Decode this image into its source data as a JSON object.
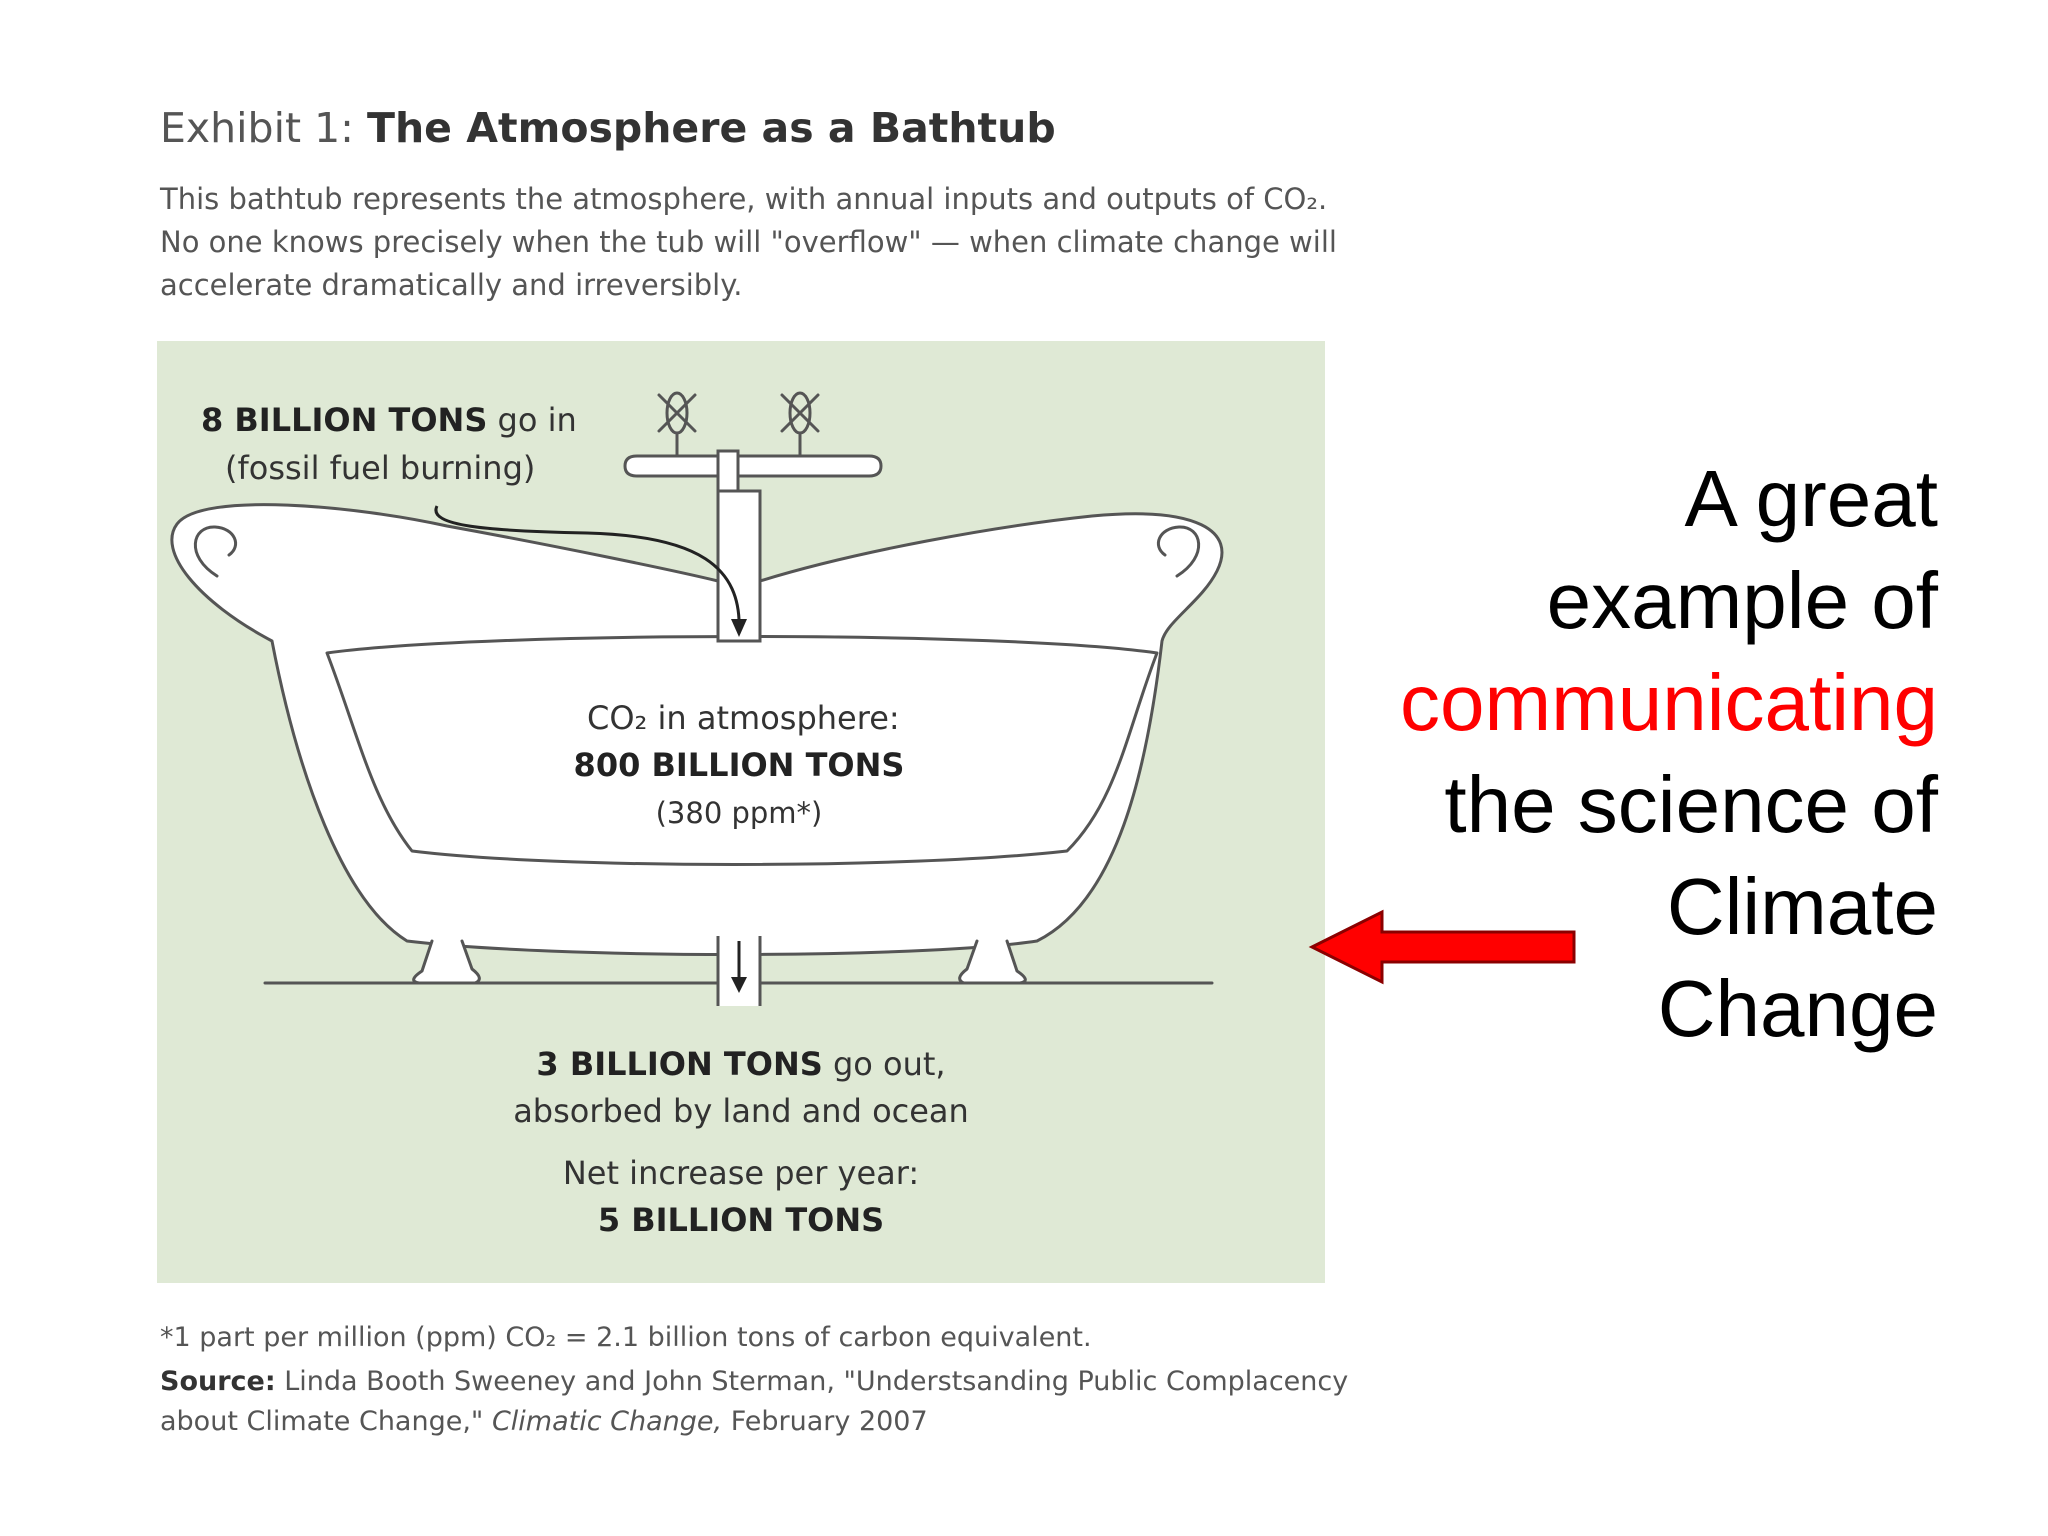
{
  "exhibit": {
    "label": "Exhibit 1:",
    "title": "The Atmosphere as a Bathtub",
    "intro": "This bathtub represents the atmosphere, with annual inputs and outputs of CO₂. No one knows precisely when the tub will \"overflow\" — when climate change will accelerate dramatically and irreversibly."
  },
  "diagram": {
    "inflow_amount": "8 BILLION TONS",
    "inflow_suffix": "go in",
    "inflow_source": "(fossil fuel burning)",
    "stock_label": "CO₂ in atmosphere:",
    "stock_amount": "800 BILLION TONS",
    "stock_ppm": "(380 ppm*)",
    "outflow_amount": "3 BILLION TONS",
    "outflow_suffix": "go out,",
    "outflow_sink": "absorbed by land and ocean",
    "net_label": "Net increase per year:",
    "net_amount": "5 BILLION TONS",
    "colors": {
      "panel_bg": "#dfe9d5",
      "tub_fill": "#ffffff",
      "line": "#555555"
    }
  },
  "footnote": "*1 part per million (ppm) CO₂ = 2.1 billion tons of carbon equivalent.",
  "source": {
    "label": "Source:",
    "text_before": "Linda Booth Sweeney and John Sterman, \"Understsanding Public Complacency about Climate Change,\"",
    "journal": "Climatic Change,",
    "date": "February 2007"
  },
  "callout": {
    "line1": "A great",
    "line2": "example of",
    "line3_highlight": "communicating",
    "line4": "the science of",
    "line5": "Climate",
    "line6": "Change",
    "highlight_color": "#ff0000",
    "arrow_color": "#ff0000",
    "arrow_direction": "left"
  }
}
